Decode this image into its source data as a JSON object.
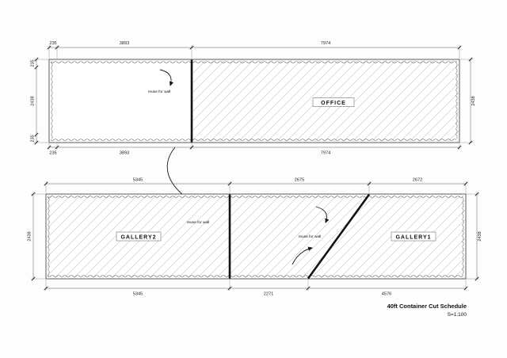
{
  "title_block": {
    "title": "40ft Container Cut Schedule",
    "scale": "S=1:100"
  },
  "annotations": {
    "wall_reuse": "reuse for wall"
  },
  "top_container": {
    "room_label": "OFFICE",
    "dims_top": [
      "235",
      "3893",
      "7974"
    ],
    "dims_bottom": [
      "235",
      "3893",
      "7974"
    ],
    "dims_left": [
      "235",
      "2438",
      "235"
    ],
    "dim_right": "2438"
  },
  "bottom_container": {
    "room_left": "GALLERY2",
    "room_right": "GALLERY1",
    "dims_top": [
      "5345",
      "2675",
      "2672"
    ],
    "dims_bottom": [
      "5345",
      "2271",
      "4576"
    ],
    "dim_left": "2438",
    "dim_right": "2438"
  },
  "colors": {
    "line": "#4a4a4a",
    "hatch": "#c6c6c6",
    "wall": "#141414"
  }
}
